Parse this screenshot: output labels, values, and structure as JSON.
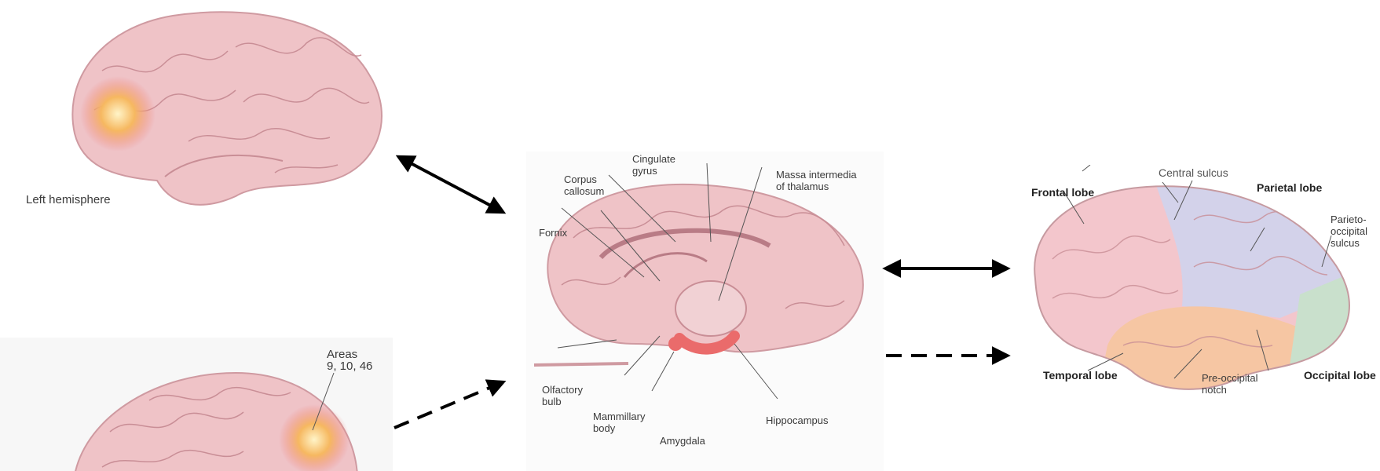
{
  "panel_top_left": {
    "caption": "Left hemisphere"
  },
  "panel_bottom_left": {
    "areas_label": "Areas\n9, 10, 46"
  },
  "panel_center": {
    "labels": {
      "cingulate_gyrus": "Cingulate\ngyrus",
      "corpus_callosum": "Corpus\ncallosum",
      "massa_intermedia": "Massa intermedia\nof thalamus",
      "fornix": "Fornix",
      "olfactory_bulb": "Olfactory\nbulb",
      "mammillary_body": "Mammillary\nbody",
      "amygdala": "Amygdala",
      "hippocampus": "Hippocampus"
    }
  },
  "panel_right": {
    "labels": {
      "central_sulcus": "Central sulcus",
      "frontal_lobe": "Frontal lobe",
      "parietal_lobe": "Parietal lobe",
      "parieto_occipital_sulcus": "Parieto-\noccipital\nsulcus",
      "temporal_lobe": "Temporal lobe",
      "pre_occipital_notch": "Pre-occipital\nnotch",
      "occipital_lobe": "Occipital lobe"
    }
  },
  "colors": {
    "brain_pink": "#efc3c7",
    "gyri_line": "#c98e96",
    "highlight": "#f3b05f",
    "frontal": "#f3c6cc",
    "parietal": "#d3d2ea",
    "temporal": "#f6c6a3",
    "occipital": "#c9e0cc"
  }
}
